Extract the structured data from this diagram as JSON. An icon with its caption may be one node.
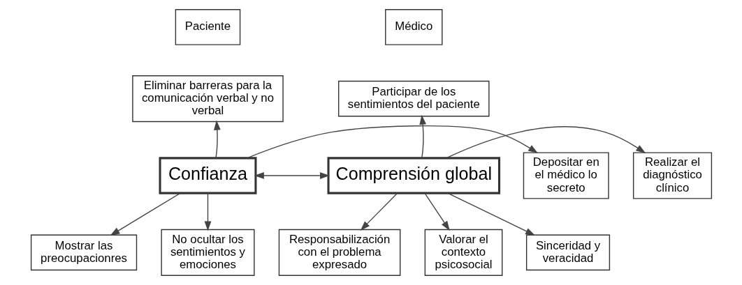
{
  "diagram": {
    "nodes": [
      {
        "text": [
          "Paciente"
        ]
      },
      {
        "text": [
          "Médico"
        ]
      },
      {
        "text": [
          "Eliminar barreras para la comunicación verbal y no verbal"
        ]
      },
      {
        "text": [
          "Participar de los sentimientos del paciente"
        ]
      },
      {
        "text": [
          "Depositar en el médico lo secreto"
        ]
      },
      {
        "text": [
          "Confianza"
        ]
      },
      {
        "text": [
          "Comprensión global"
        ]
      },
      {
        "text": [
          "Realizar el diagnóstico clínico"
        ]
      },
      {
        "text": [
          "Mostrar las preocupacionres"
        ]
      },
      {
        "text": [
          "No ocultar los sentimientos y emociones"
        ]
      },
      {
        "text": [
          "Responsabilización con el problema expresado"
        ]
      },
      {
        "text": [
          "Valorar el contexto psicosocial"
        ]
      },
      {
        "text": [
          "Sinceridad y veracidad"
        ]
      }
    ],
    "edges": [
      {
        "from": 5,
        "to": 2,
        "arrow": "to"
      },
      {
        "from": 5,
        "to": 4,
        "arrow": "to"
      },
      {
        "from": 5,
        "to": 6,
        "arrow": "both"
      },
      {
        "from": 5,
        "to": 8,
        "arrow": "to"
      },
      {
        "from": 5,
        "to": 9,
        "arrow": "to"
      },
      {
        "from": 6,
        "to": 3,
        "arrow": "to"
      },
      {
        "from": 6,
        "to": 7,
        "arrow": "to"
      },
      {
        "from": 6,
        "to": 10,
        "arrow": "to"
      },
      {
        "from": 6,
        "to": 11,
        "arrow": "to"
      },
      {
        "from": 6,
        "to": 12,
        "arrow": "to"
      }
    ]
  }
}
